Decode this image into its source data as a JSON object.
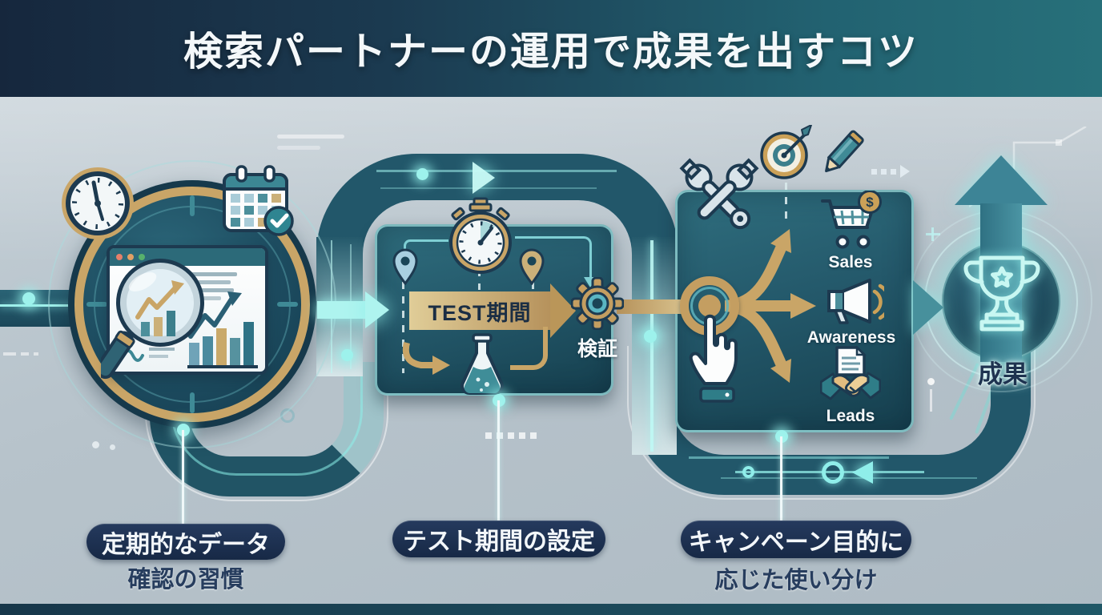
{
  "header": {
    "title": "検索パートナーの運用で成果を出すコツ"
  },
  "steps": [
    {
      "pill": "定期的なデータ",
      "sub": "確認の習慣"
    },
    {
      "pill": "テスト期間の設定",
      "sub": ""
    },
    {
      "pill": "キャンペーン目的に",
      "sub": "応じた使い分け"
    }
  ],
  "flow": {
    "test_arrow_label": "TEST期間",
    "gear_caption": "検証",
    "branches": [
      "Sales",
      "Awareness",
      "Leads"
    ],
    "coin_symbol": "$",
    "result_label": "成果"
  },
  "icons": {
    "step1": [
      "clock-icon",
      "calendar-check-icon",
      "magnifier-analytics-icon",
      "browser-window-icon"
    ],
    "step2": [
      "stopwatch-icon",
      "map-pin-icon",
      "flask-icon",
      "gear-icon"
    ],
    "step3": [
      "tools-icon",
      "target-icon",
      "pencil-icon",
      "cart-icon",
      "megaphone-icon",
      "handshake-icon",
      "cursor-hand-icon"
    ],
    "result": [
      "trophy-icon",
      "up-arrow-icon"
    ]
  },
  "colors": {
    "header_left": "#16273d",
    "header_right": "#27707a",
    "gold": "#c9a567",
    "pipe_teal": "#22576a",
    "panel_dark": "#16404f",
    "cyan_glow": "#8feeea",
    "pill_navy": "#1d3050",
    "background": "#b7c3cb"
  }
}
